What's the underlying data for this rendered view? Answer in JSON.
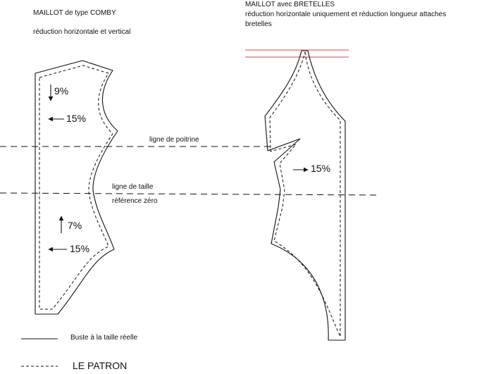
{
  "left_pattern": {
    "title": "MAILLOT de type COMBY",
    "subtitle": "réduction horizontale et vertical",
    "labels": {
      "top_vertical": "9%",
      "top_horizontal": "15%",
      "bottom_vertical": "7%",
      "bottom_horizontal": "15%"
    }
  },
  "right_pattern": {
    "title": "MAILLOT avec BRETELLES",
    "subtitle_line1": "réduction horizontale uniquement et réduction longueur attaches",
    "subtitle_line2": "bretelles",
    "labels": {
      "horizontal": "15%"
    }
  },
  "guides": {
    "bust_line": "ligne de poitrine",
    "waist_line": "ligne de taille",
    "waist_reference": "référence zéro"
  },
  "legend": {
    "solid_label": "Buste à la taille réelle",
    "dashed_label": "LE PATRON"
  },
  "colors": {
    "strap_lines": "#e36b6b",
    "ink": "#111111"
  }
}
